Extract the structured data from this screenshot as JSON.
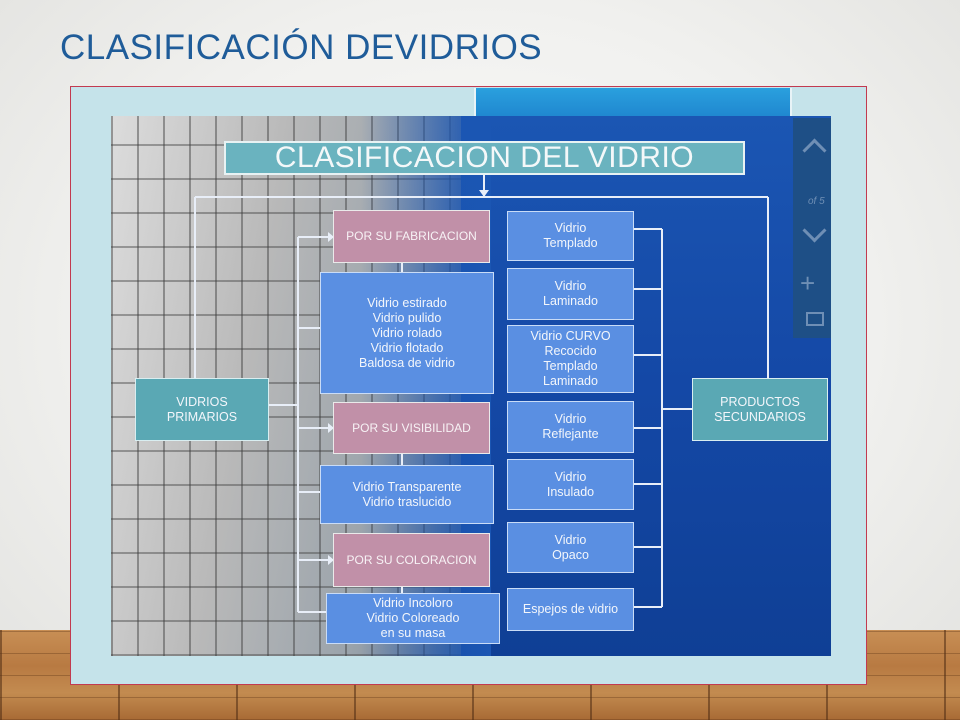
{
  "slide": {
    "title": "CLASIFICACIÓN DEVIDRIOS"
  },
  "diagram": {
    "title": "CLASIFICACION DEL VIDRIO",
    "primary": "VIDRIOS\nPRIMARIOS",
    "secondary": "PRODUCTOS\nSECUNDARIOS",
    "criteria": [
      {
        "label": "POR SU FABRICACION",
        "items": "Vidrio estirado\nVidrio pulido\nVidrio rolado\nVidrio flotado\nBaldosa de vidrio"
      },
      {
        "label": "POR SU VISIBILIDAD",
        "items": "Vidrio Transparente\nVidrio traslucido"
      },
      {
        "label": "POR SU COLORACION",
        "items": "Vidrio Incoloro\nVidrio Coloreado\nen su masa"
      }
    ],
    "products": [
      "Vidrio\nTemplado",
      "Vidrio\nLaminado",
      "Vidrio CURVO\nRecocido\nTemplado\nLaminado",
      "Vidrio\nReflejante",
      "Vidrio\nInsulado",
      "Vidrio\nOpaco",
      "Espejos de vidrio"
    ]
  },
  "viewer": {
    "page_indicator": "of 5",
    "icons": [
      "chevron-up-icon",
      "chevron-down-icon",
      "plus-icon",
      "fit-page-icon"
    ]
  },
  "colors": {
    "title": "#1f5c99",
    "diagram_bg": "#1448a6",
    "box_blue": "#5a8fe2",
    "box_pink": "#c190a8",
    "box_teal": "#5aa8b4",
    "frame_border": "#c23a50"
  }
}
